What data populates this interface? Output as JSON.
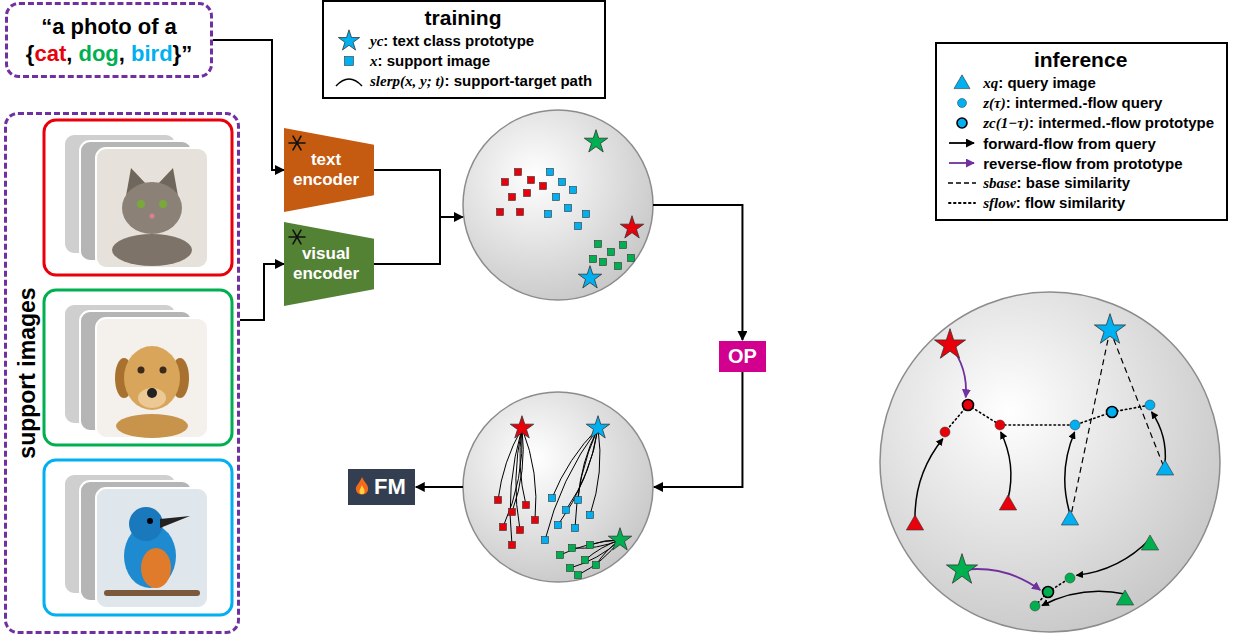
{
  "diagram": {
    "nodes": [
      {
        "text": [
          "“a photo of a {cat, dog, bird}”"
        ]
      },
      {
        "text": [
          "support images"
        ]
      },
      {
        "text": [
          "text encoder"
        ]
      },
      {
        "text": [
          "visual encoder"
        ]
      },
      {
        "text": [
          "OP"
        ]
      },
      {
        "text": [
          "FM"
        ]
      }
    ],
    "edges": [
      {
        "from": 0,
        "to": 2,
        "arrow": "to"
      },
      {
        "from": 1,
        "to": 3,
        "arrow": "to"
      }
    ],
    "labels": [
      "training",
      "inference"
    ],
    "legend": [
      {
        "text": "yc: text class prototype"
      },
      {
        "text": "x: support image"
      },
      {
        "text": "slerp(x, y; t): support-target path"
      },
      {
        "text": "xq: query image"
      },
      {
        "text": "z(τ): intermed.-flow query"
      },
      {
        "text": "zc(1−τ): intermed.-flow prototype"
      },
      {
        "text": "forward-flow from query"
      },
      {
        "text": "reverse-flow from prototype"
      },
      {
        "text": "sbase: base similarity"
      },
      {
        "text": "sflow: flow similarity"
      }
    ]
  }
}
